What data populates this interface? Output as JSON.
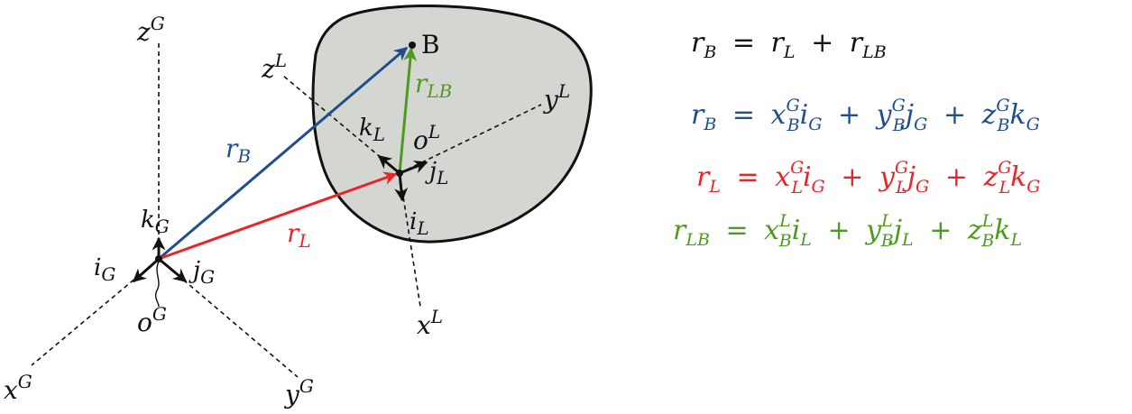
{
  "colors": {
    "blue": "#1f4e8c",
    "red": "#e8262a",
    "green": "#4d9a1e",
    "body_fill": "#d4d6d2",
    "black": "#111111"
  },
  "labels": {
    "point_b": "B",
    "z": "z",
    "y": "y",
    "x": "x",
    "o": "o",
    "i": "i",
    "j": "j",
    "k": "k",
    "r": "r",
    "sup_global": "G",
    "sup_local": "L",
    "sub_global": "G",
    "sub_local": "L",
    "sub_b": "B",
    "sub_lb": "LB"
  },
  "equations": {
    "plus": "+",
    "equals": "="
  }
}
